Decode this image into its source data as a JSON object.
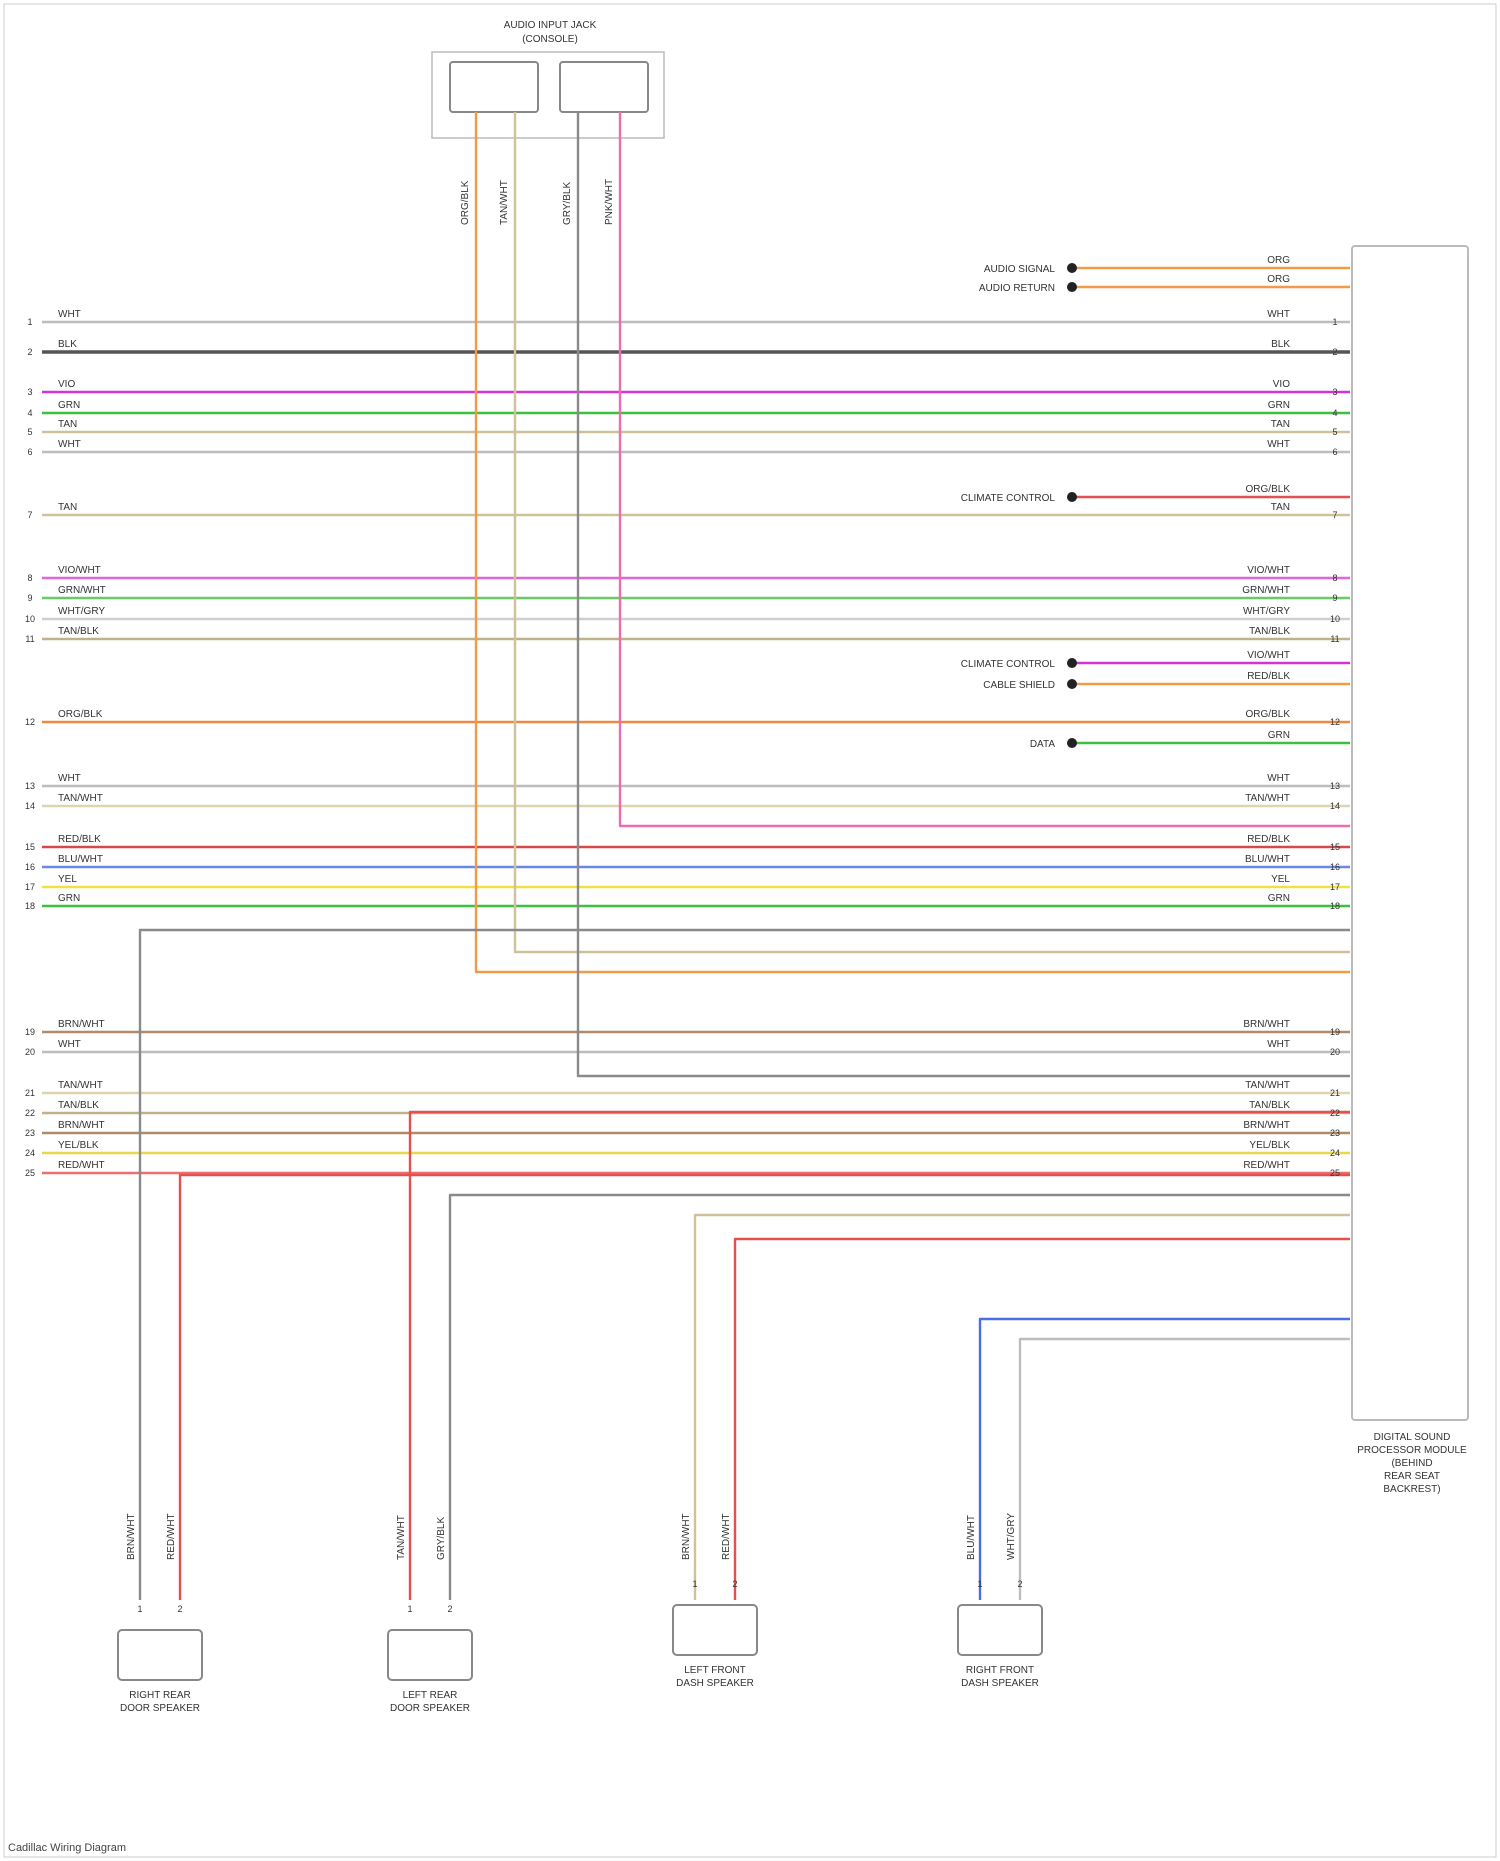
{
  "colors": {
    "WHT": "#bdbdbd",
    "BLK": "#555555",
    "VIO": "#d633d6",
    "GRN": "#3fbf3f",
    "TAN": "#cfc29b",
    "ORG": "#f09a4a",
    "RED": "#e35050",
    "PNK": "#e870b0",
    "BLU": "#4a6fe0",
    "YEL": "#f0e040",
    "GRY": "#8a8a8a",
    "BRN": "#a07850",
    "LTBLU": "#70a8e8",
    "RED/WHT": "#ec6e6e",
    "TAN/WHT": "#ddd4b0",
    "GRY/BLK": "#7a7a7a",
    "PNK/WHT": "#ec7cc0",
    "VIO/WHT": "#dd66dd",
    "BLU/WHT": "#6a88e8",
    "WHT/GRY": "#cfcfcf",
    "ORG/BLK": "#ec8a44",
    "RED/BLK": "#d84848",
    "GRN/WHT": "#66cc66",
    "TAN/BLK": "#bfb288",
    "BRN/WHT": "#b08a6a",
    "YEL/BLK": "#e8d84a"
  },
  "top_connector": {
    "title": "AUDIO INPUT JACK",
    "subtitle": "(CONSOLE)"
  },
  "module": {
    "title_lines": [
      "DIGITAL SOUND",
      "PROCESSOR MODULE",
      "(BEHIND",
      "REAR SEAT",
      "BACKREST)"
    ]
  },
  "left_wires": [
    {
      "pin": "1",
      "label": "WHT",
      "color": "WHT"
    },
    {
      "pin": "2",
      "label": "BLK",
      "color": "BLK"
    },
    {
      "pin": "3",
      "label": "VIO",
      "color": "VIO"
    },
    {
      "pin": "4",
      "label": "GRN",
      "color": "GRN"
    },
    {
      "pin": "5",
      "label": "TAN",
      "color": "TAN"
    },
    {
      "pin": "6",
      "label": "WHT",
      "color": "WHT"
    },
    {
      "pin": "7",
      "label": "TAN",
      "color": "TAN"
    },
    {
      "pin": "8",
      "label": "VIO/WHT",
      "color": "VIO/WHT"
    },
    {
      "pin": "9",
      "label": "GRN/WHT",
      "color": "GRN/WHT"
    },
    {
      "pin": "10",
      "label": "WHT/GRY",
      "color": "WHT/GRY"
    },
    {
      "pin": "11",
      "label": "TAN/BLK",
      "color": "TAN/BLK"
    },
    {
      "pin": "12",
      "label": "ORG/BLK",
      "color": "ORG/BLK"
    },
    {
      "pin": "13",
      "label": "WHT",
      "color": "WHT"
    },
    {
      "pin": "14",
      "label": "TAN/WHT",
      "color": "TAN/WHT"
    },
    {
      "pin": "15",
      "label": "RED/BLK",
      "color": "RED/BLK"
    },
    {
      "pin": "16",
      "label": "BLU/WHT",
      "color": "BLU/WHT"
    },
    {
      "pin": "17",
      "label": "YEL",
      "color": "YEL"
    },
    {
      "pin": "18",
      "label": "GRN",
      "color": "GRN"
    },
    {
      "pin": "19",
      "label": "BRN/WHT",
      "color": "BRN/WHT"
    },
    {
      "pin": "20",
      "label": "WHT",
      "color": "WHT"
    },
    {
      "pin": "21",
      "label": "TAN/WHT",
      "color": "TAN/WHT"
    },
    {
      "pin": "22",
      "label": "TAN/BLK",
      "color": "TAN/BLK"
    },
    {
      "pin": "23",
      "label": "BRN/WHT",
      "color": "BRN/WHT"
    },
    {
      "pin": "24",
      "label": "YEL/BLK",
      "color": "YEL/BLK"
    },
    {
      "pin": "25",
      "label": "RED/WHT",
      "color": "RED/WHT"
    }
  ],
  "right_stubs": [
    {
      "label": "ORG",
      "color": "ORG",
      "note": "AUDIO SIGNAL"
    },
    {
      "label": "ORG",
      "color": "ORG",
      "note": "AUDIO RETURN"
    },
    {
      "label": "ORG/BLK",
      "color": "RED",
      "note": "CLIMATE CONTROL"
    },
    {
      "label": "VIO/WHT",
      "color": "VIO",
      "note": "CLIMATE CONTROL"
    },
    {
      "label": "RED/BLK",
      "color": "ORG",
      "note": "CABLE SHIELD"
    },
    {
      "label": "GRN",
      "color": "GRN",
      "note": "DATA"
    }
  ],
  "speakers": [
    {
      "name_lines": [
        "RIGHT REAR",
        "DOOR SPEAKER"
      ],
      "pins": [
        "1",
        "2"
      ],
      "wires": [
        {
          "label": "BRN/WHT",
          "color": "GRY"
        },
        {
          "label": "RED/WHT",
          "color": "RED"
        }
      ]
    },
    {
      "name_lines": [
        "LEFT REAR",
        "DOOR SPEAKER"
      ],
      "pins": [
        "1",
        "2"
      ],
      "wires": [
        {
          "label": "TAN/WHT",
          "color": "RED"
        },
        {
          "label": "GRY/BLK",
          "color": "GRY"
        }
      ]
    },
    {
      "name_lines": [
        "LEFT FRONT",
        "DASH SPEAKER"
      ],
      "pins": [
        "1",
        "2"
      ],
      "wires": [
        {
          "label": "BRN/WHT",
          "color": "TAN"
        },
        {
          "label": "RED/WHT",
          "color": "RED"
        }
      ]
    },
    {
      "name_lines": [
        "RIGHT FRONT",
        "DASH SPEAKER"
      ],
      "pins": [
        "1",
        "2"
      ],
      "wires": [
        {
          "label": "BLU/WHT",
          "color": "BLU"
        },
        {
          "label": "WHT/GRY",
          "color": "WHT"
        }
      ]
    }
  ],
  "footer": "Cadillac Wiring Diagram"
}
